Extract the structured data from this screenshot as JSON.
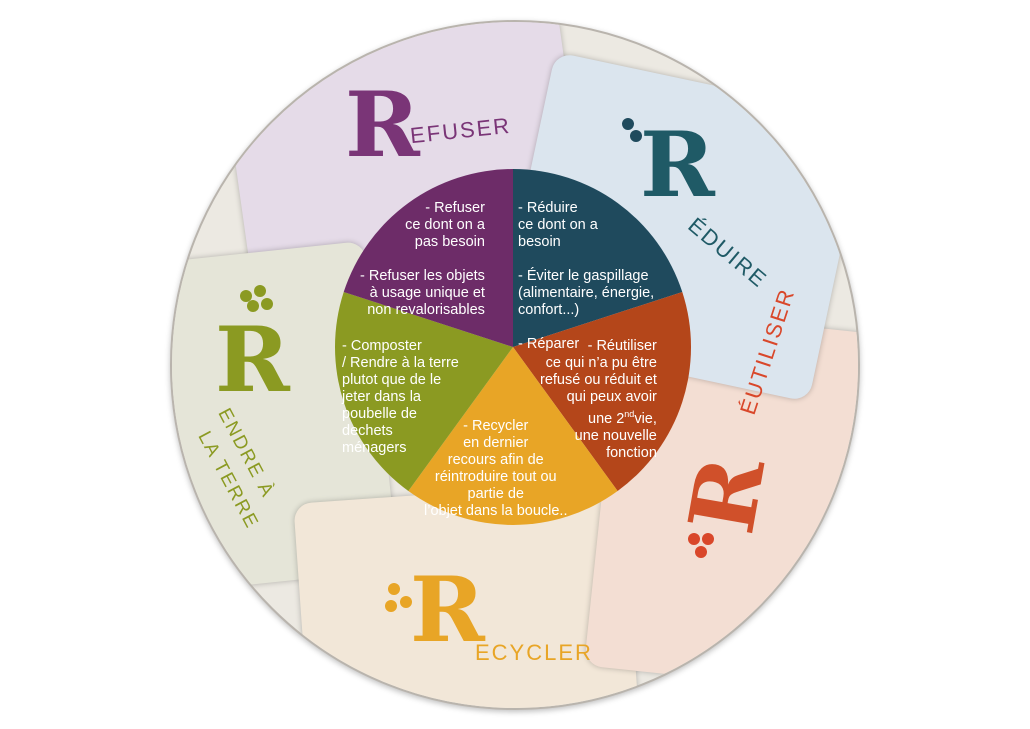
{
  "colors": {
    "refuser": "#6d2c68",
    "reduire": "#1f4a5d",
    "reutiliser": "#b4461a",
    "recycler": "#e8a526",
    "rendre": "#8b9a22"
  },
  "labels": {
    "refuser": {
      "R": "R",
      "text": "EFUSER"
    },
    "reduire": {
      "R": "R",
      "text": "ÉDUIRE"
    },
    "reutiliser": {
      "R": "R",
      "text": "ÉUTILISER"
    },
    "recycler": {
      "R": "R",
      "text": "ECYCLER"
    },
    "rendre": {
      "R": "R",
      "line1": "ENDRE À",
      "line2": "LA TERRE"
    }
  },
  "slices": [
    {
      "key": "reduire",
      "text": "- Réduire\nce dont on a\nbesoin\n\n- Éviter le gaspillage\n(alimentaire, énergie,\nconfort...)\n\n- Réparer"
    },
    {
      "key": "reutiliser",
      "text": "- Réutiliser\nce qui n’a pu être\nrefusé ou réduit et\nqui peux avoir\nune 2nd vie,\nune nouvelle\nfonction"
    },
    {
      "key": "recycler",
      "text": "- Recycler\nen dernier\nrecours afin de\nréintroduire tout ou\npartie de\nl’objet dans la boucle.."
    },
    {
      "key": "rendre",
      "text": "- Composter\n/ Rendre à la terre\nplutot que de le\njeter dans la\npoubelle de\ndechets\nménagers"
    },
    {
      "key": "refuser",
      "text": "- Refuser\nce dont on a\npas besoin\n\n- Refuser les objets\nà usage unique et\nnon revalorisables"
    }
  ]
}
